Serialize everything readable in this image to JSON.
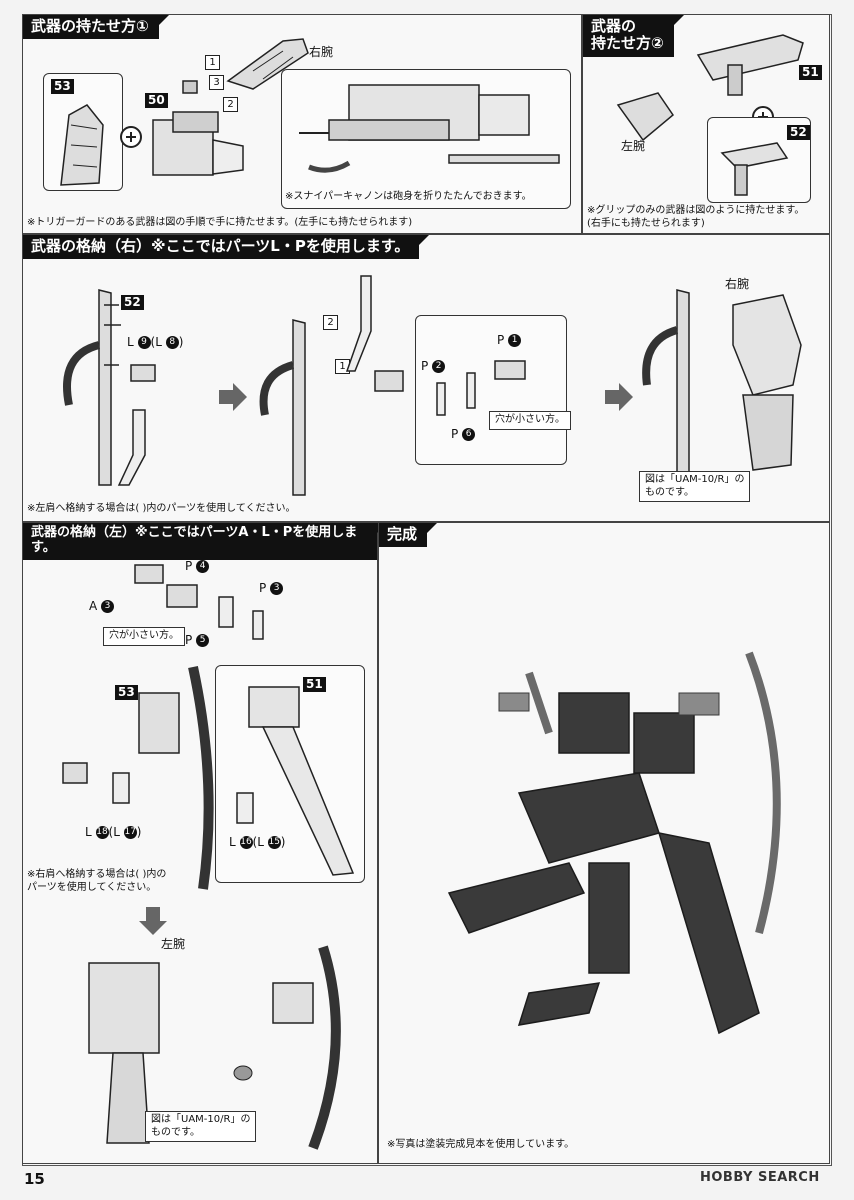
{
  "page_number": "15",
  "brand": "HOBBY SEARCH",
  "section1": {
    "title": "武器の持たせ方①",
    "label_right_arm": "右腕",
    "part_53": "53",
    "part_50": "50",
    "steps": [
      "1",
      "2",
      "3"
    ],
    "callout": "※スナイパーキャノンは砲身を折りたたんでおきます。",
    "footnote": "※トリガーガードのある武器は図の手順で手に持たせます。(左手にも持たせられます)"
  },
  "section2": {
    "title_line1": "武器の",
    "title_line2": "持たせ方②",
    "label_left_arm": "左腕",
    "part_51": "51",
    "part_52": "52",
    "footnote_line1": "※グリップのみの武器は図のように持たせます。",
    "footnote_line2": "(右手にも持たせられます)"
  },
  "section3": {
    "title": "武器の格納（右）※ここではパーツL・Pを使用します。",
    "part_52": "52",
    "label_l": "L",
    "num_l9": "9",
    "num_l8": "8",
    "steps": [
      "1",
      "2"
    ],
    "label_p": "P",
    "num_p1": "1",
    "num_p2": "2",
    "num_p6": "6",
    "hole_note": "穴が小さい方。",
    "label_right_arm": "右腕",
    "fig_note_line1": "図は「UAM-10/R」の",
    "fig_note_line2": "ものです。",
    "footnote": "※左肩へ格納する場合は( )内のパーツを使用してください。"
  },
  "section4": {
    "title": "武器の格納（左）※ここではパーツA・L・Pを使用します。",
    "label_p": "P",
    "label_a": "A",
    "label_l": "L",
    "num_p4": "4",
    "num_a3": "3",
    "num_p3": "3",
    "num_p5": "5",
    "hole_note": "穴が小さい方。",
    "part_53": "53",
    "part_51": "51",
    "num_l18": "18",
    "num_l17": "17",
    "num_l16": "16",
    "num_l15": "15",
    "footnote_line1": "※右肩へ格納する場合は( )内の",
    "footnote_line2": "パーツを使用してください。",
    "label_left_arm": "左腕",
    "fig_note_line1": "図は「UAM-10/R」の",
    "fig_note_line2": "ものです。"
  },
  "section5": {
    "title": "完成",
    "footnote": "※写真は塗装完成見本を使用しています。"
  }
}
